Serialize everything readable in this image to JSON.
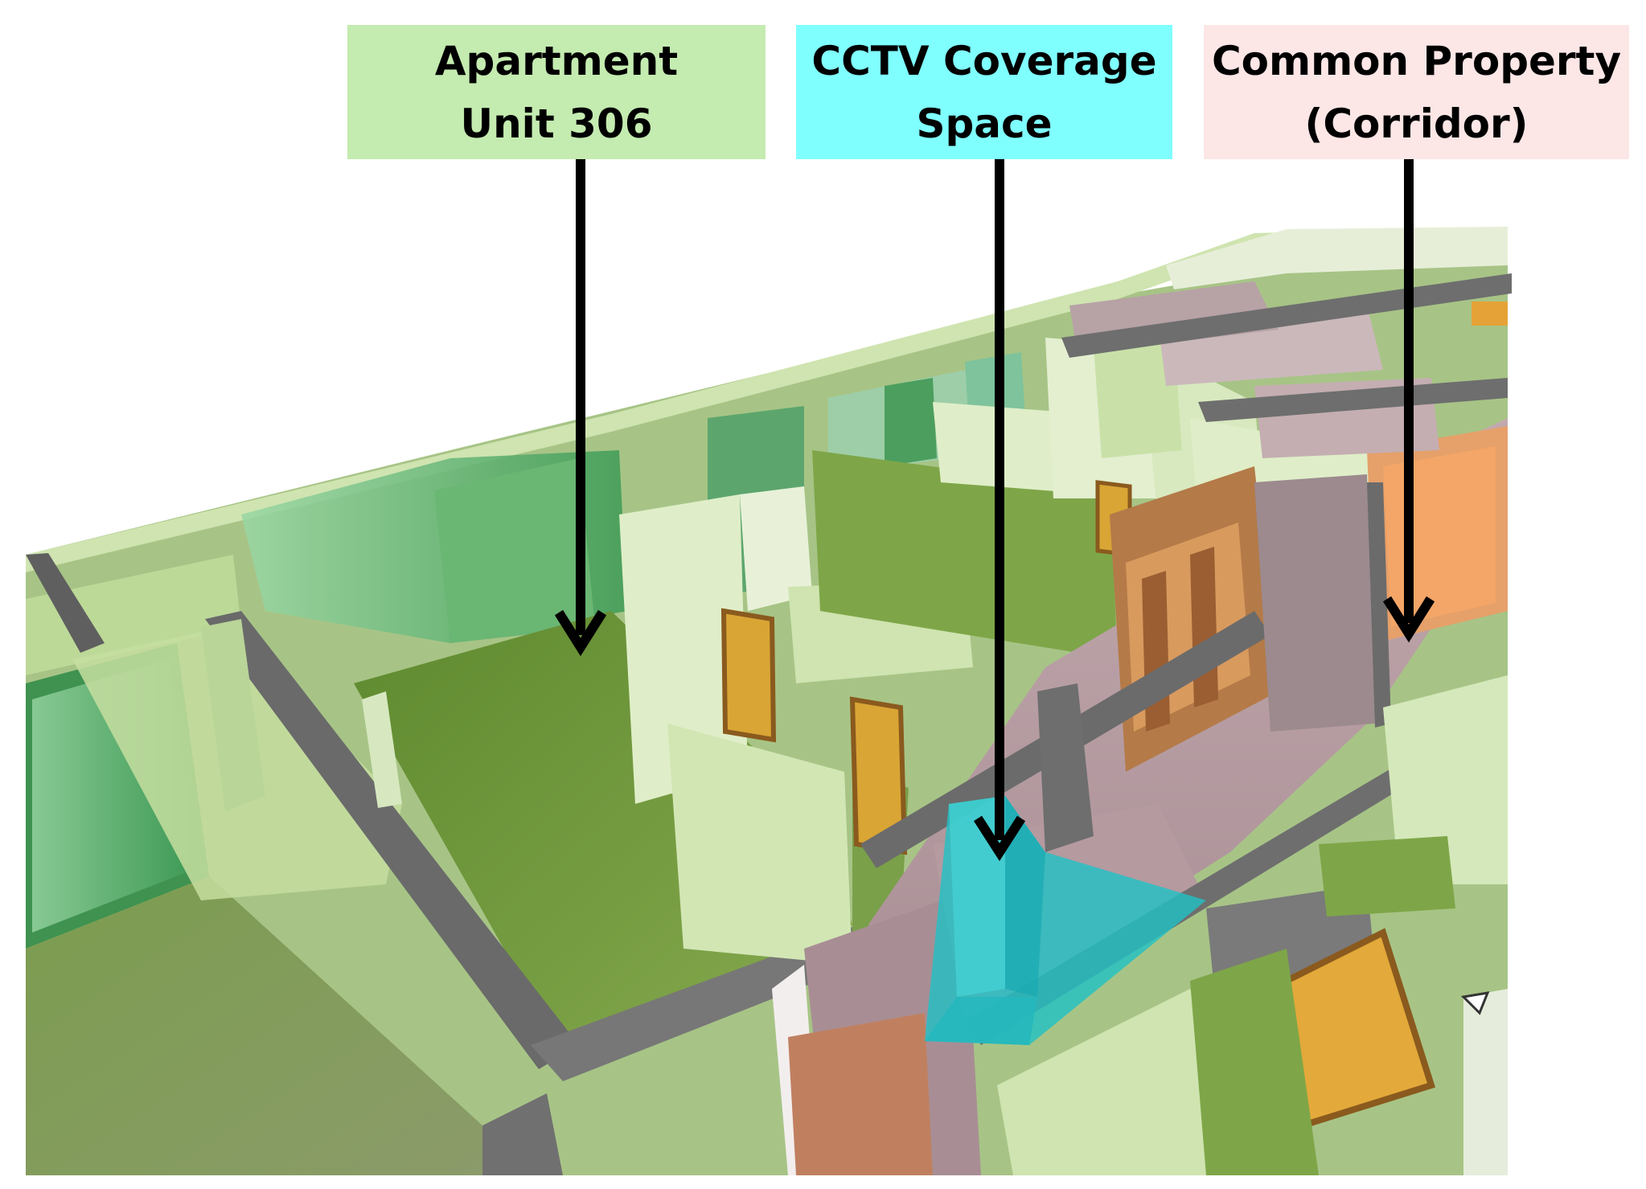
{
  "labels": {
    "apartment": {
      "text": "Apartment\nUnit 306",
      "color": "#c4ebb0"
    },
    "cctv": {
      "text": "CCTV Coverage\nSpace",
      "color": "#80ffff"
    },
    "common": {
      "text": "Common Property\n(Corridor)",
      "color": "#fde6e6"
    }
  },
  "colors": {
    "floor_green": "#6f9a3a",
    "wall_light": "#dfeec8",
    "wall_dark": "#6b6b6b",
    "corridor_floor": "#b59aa0",
    "door": "#d9a534",
    "cctv_volume": "#1fc2c6",
    "glass": "#5fb77a"
  }
}
